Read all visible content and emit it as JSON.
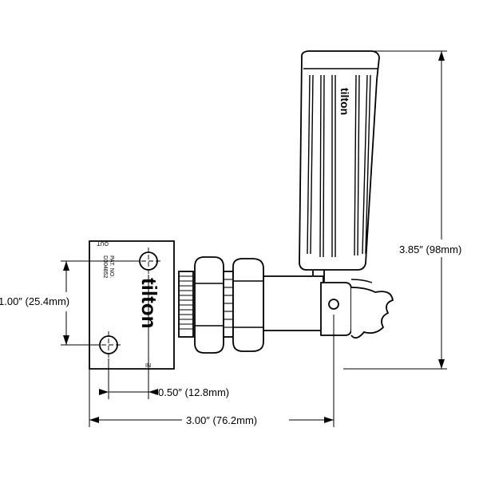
{
  "drawing": {
    "plate": {
      "out_label": "OUT",
      "in_label": "IN",
      "patent_line1": "PAT. NO.",
      "patent_line2": "D304852",
      "logo": "tilton"
    },
    "handle": {
      "logo": "tilton"
    },
    "dimensions": {
      "height": "3.85″ (98mm)",
      "port_spacing": "1.00″ (25.4mm)",
      "port_offset": "0.50″ (12.8mm)",
      "overall_width": "3.00″ (76.2mm)"
    }
  }
}
